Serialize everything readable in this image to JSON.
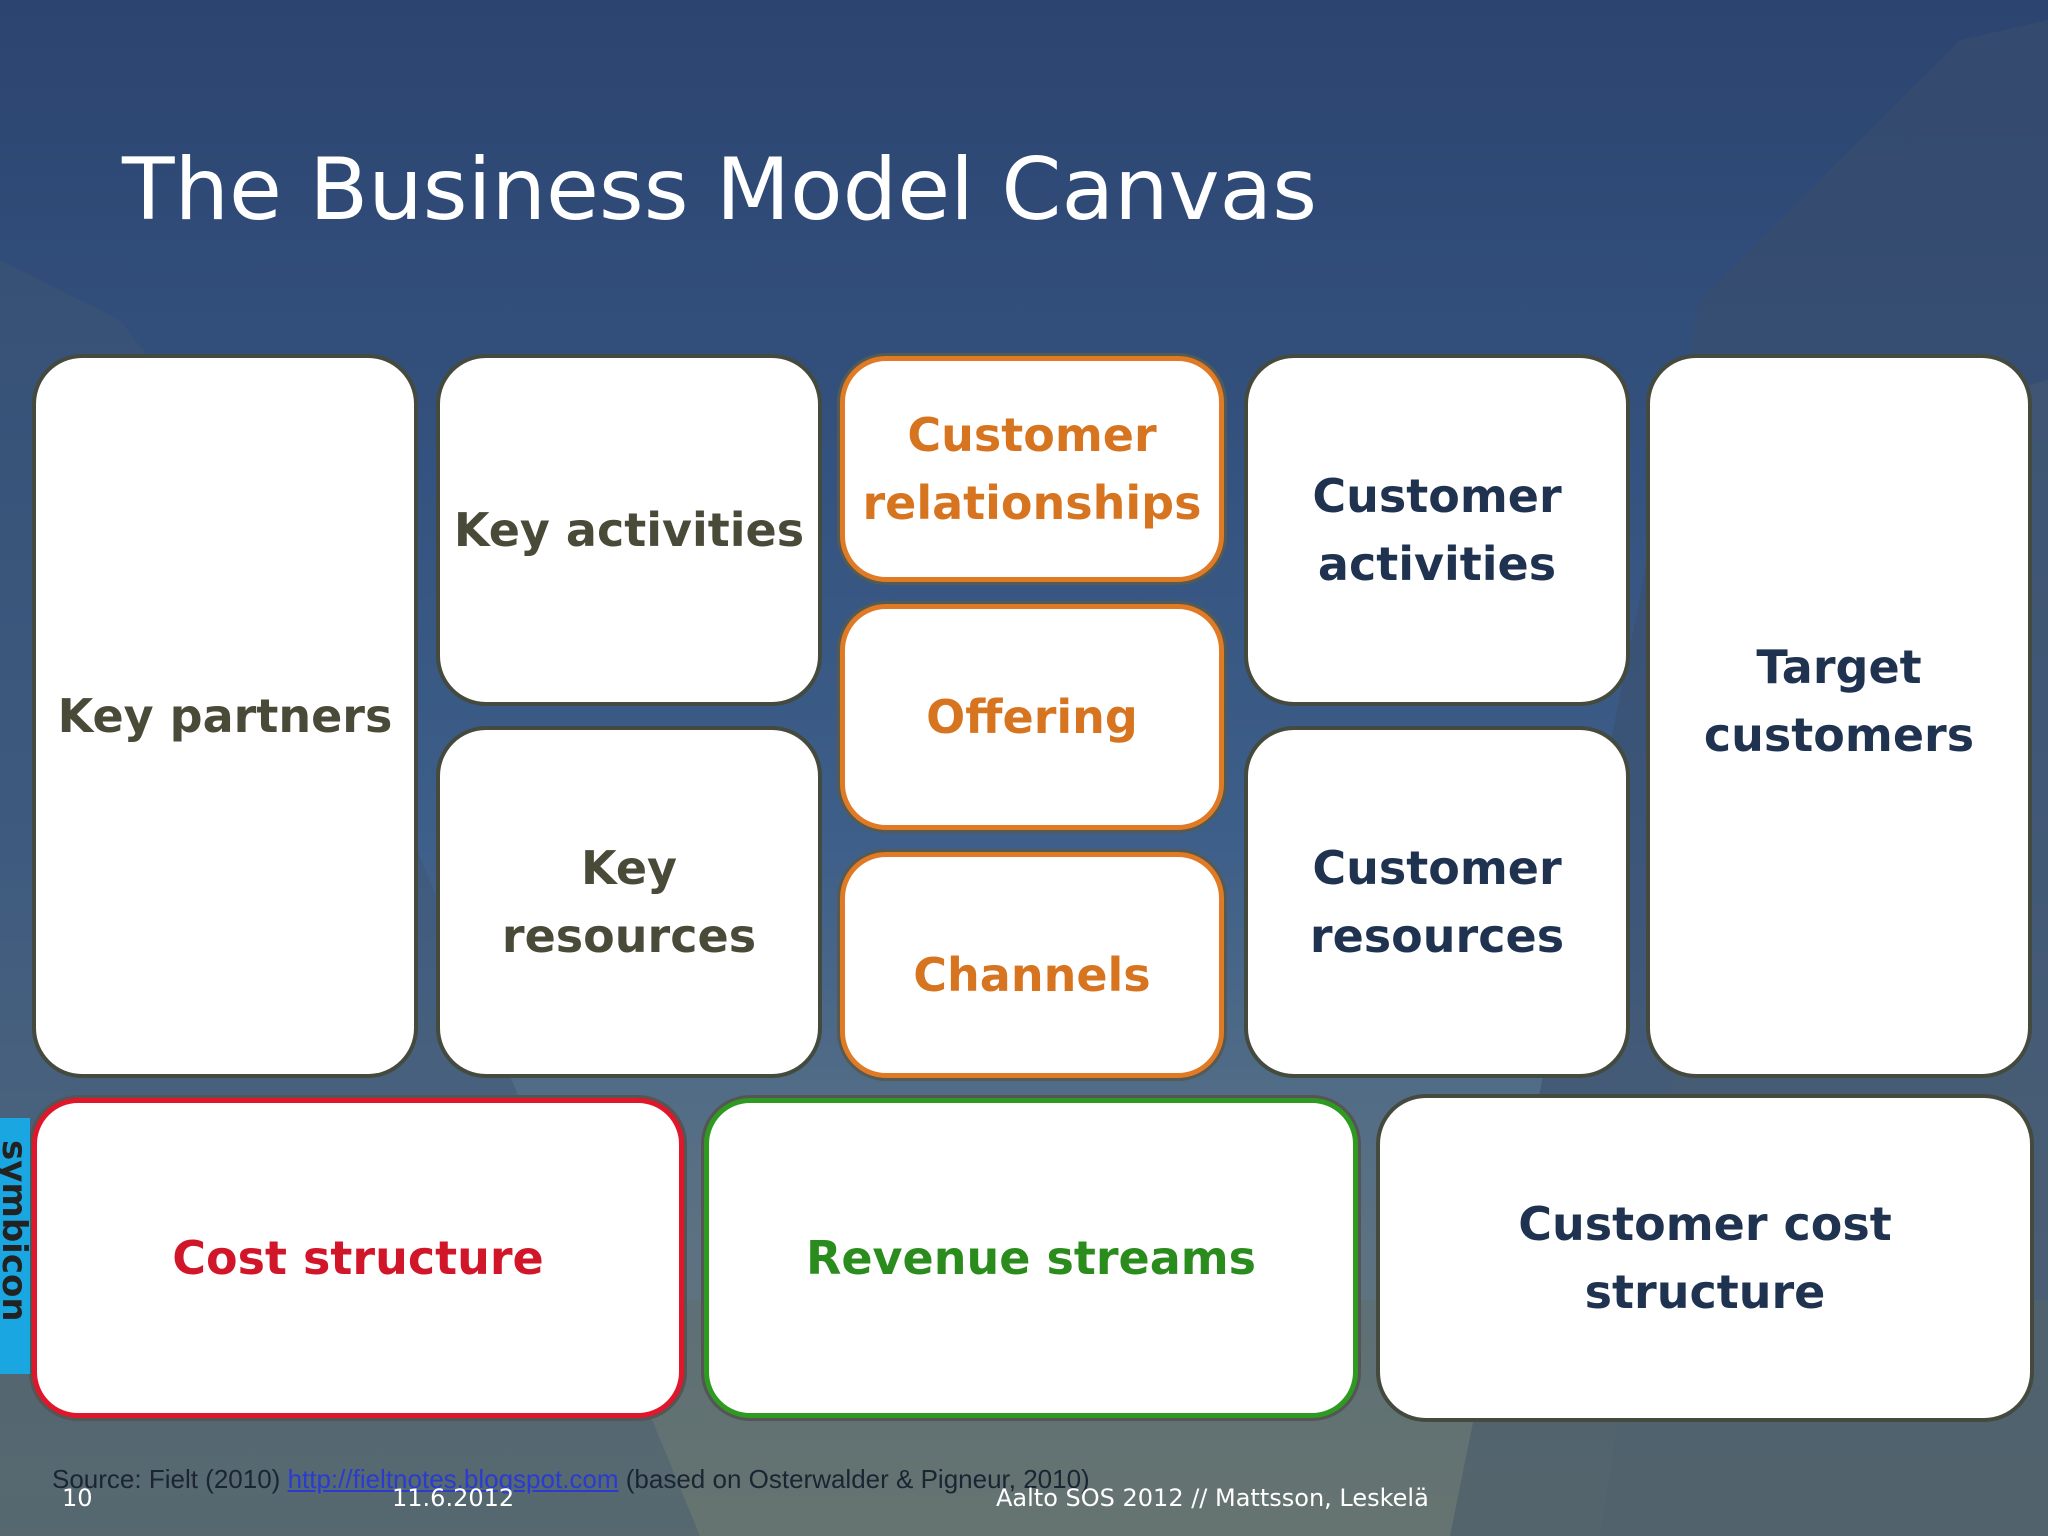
{
  "slide": {
    "title": "The Business Model Canvas",
    "number": "10",
    "date": "11.6.2012",
    "footer": "Aalto SOS 2012 // Mattsson, Leskelä",
    "side_tab": "symbicon"
  },
  "canvas": {
    "key_partners": "Key partners",
    "key_activities": "Key activities",
    "key_resources": "Key resources",
    "customer_relationships": "Customer relationships",
    "offering": "Offering",
    "channels": "Channels",
    "customer_activities": "Customer activities",
    "customer_resources": "Customer resources",
    "target_customers": "Target customers",
    "cost_structure": "Cost structure",
    "revenue_streams": "Revenue streams",
    "customer_cost_structure": "Customer cost structure"
  },
  "source": {
    "prefix": "Source: Fielt (2010)",
    "link": "http://fieltnotes.blogspot.com",
    "suffix": "(based on Osterwalder & Pigneur, 2010)"
  },
  "colors": {
    "background": "#34527f",
    "orange": "#e07a25",
    "red": "#e0162a",
    "green": "#2e9a22",
    "navy_text": "#1f3350"
  }
}
